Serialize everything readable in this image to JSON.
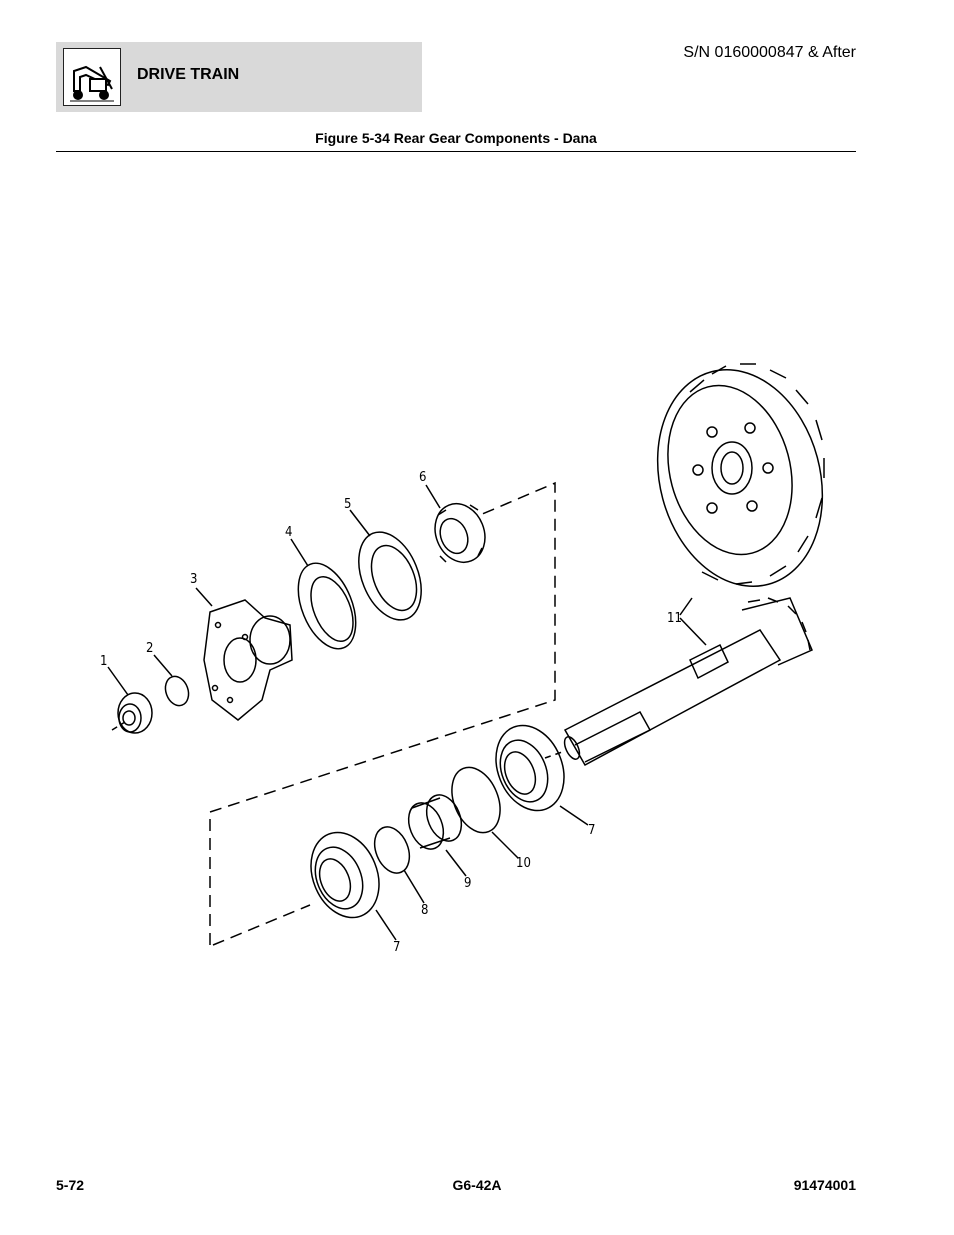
{
  "header": {
    "section_title": "DRIVE TRAIN",
    "serial": "S/N 0160000847 & After",
    "logo_icon": "telehandler-icon"
  },
  "figure": {
    "caption": "Figure 5-34 Rear Gear Components - Dana",
    "callouts": [
      "1",
      "2",
      "3",
      "4",
      "5",
      "6",
      "7",
      "7",
      "8",
      "9",
      "10",
      "11"
    ]
  },
  "footer": {
    "page_number": "5-72",
    "model": "G6-42A",
    "doc_number": "91474001"
  }
}
